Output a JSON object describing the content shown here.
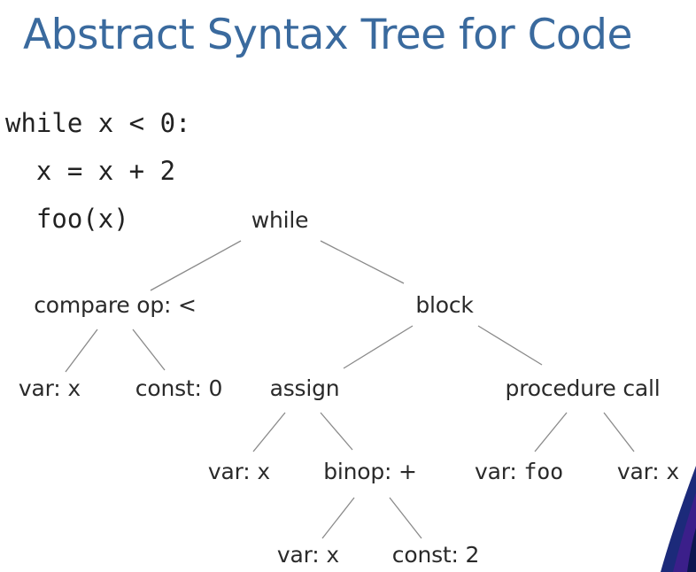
{
  "title": "Abstract Syntax Tree for Code",
  "code": [
    "while x < 0:",
    "  x = x + 2",
    "  foo(x)"
  ],
  "tree": {
    "while": "while",
    "compare": "compare op: <",
    "block": "block",
    "var_x_1": {
      "prefix": "var: ",
      "value": "x"
    },
    "const_0": "const: 0",
    "assign": "assign",
    "procedure_call": "procedure call",
    "var_x_2": {
      "prefix": "var: ",
      "value": "x"
    },
    "binop": "binop: +",
    "var_foo": {
      "prefix": "var: ",
      "value": "foo"
    },
    "var_x_3": {
      "prefix": "var: ",
      "value": "x"
    },
    "var_x_4": {
      "prefix": "var: ",
      "value": "x"
    },
    "const_2": "const: 2"
  }
}
